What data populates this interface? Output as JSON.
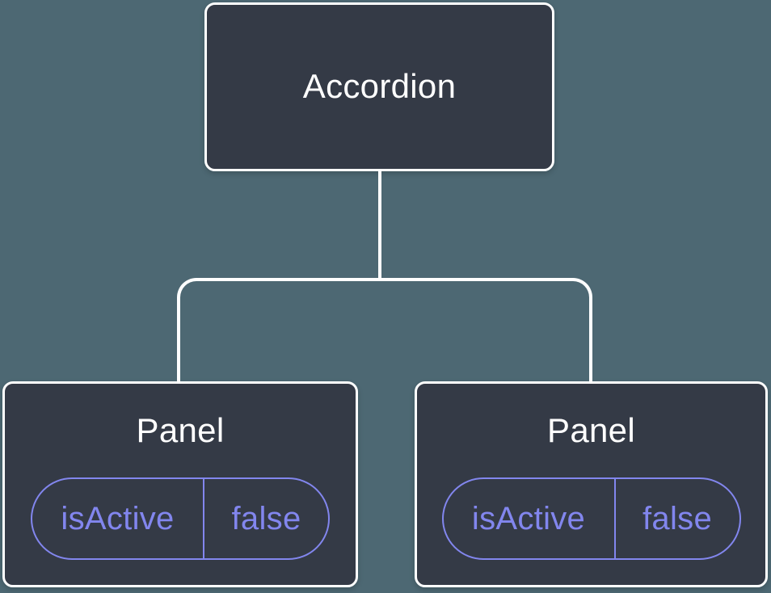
{
  "colors": {
    "canvas_bg": "#4d6873",
    "node_bg": "#343a46",
    "node_text": "#ffffff",
    "connector": "#ffffff",
    "accent": "#8286ee"
  },
  "tree": {
    "root": {
      "label": "Accordion"
    },
    "children": [
      {
        "label": "Panel",
        "state": {
          "key": "isActive",
          "value": "false"
        }
      },
      {
        "label": "Panel",
        "state": {
          "key": "isActive",
          "value": "false"
        }
      }
    ]
  }
}
